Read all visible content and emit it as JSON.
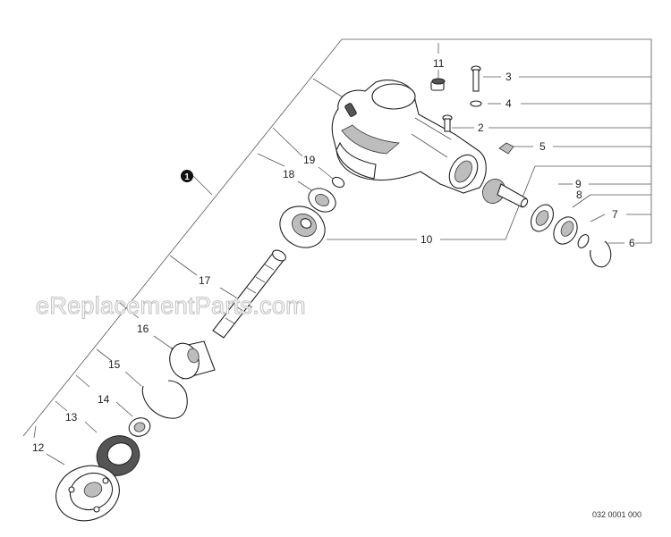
{
  "assembly_badge": "1",
  "callouts": {
    "c2": "2",
    "c3": "3",
    "c4": "4",
    "c5": "5",
    "c6": "6",
    "c7": "7",
    "c8": "8",
    "c9": "9",
    "c10": "10",
    "c11": "11",
    "c12": "12",
    "c13": "13",
    "c14": "14",
    "c15": "15",
    "c16": "16",
    "c17": "17",
    "c18": "18",
    "c19": "19"
  },
  "watermark": "eReplacementParts.com",
  "diagram_code": "032 0001 000"
}
